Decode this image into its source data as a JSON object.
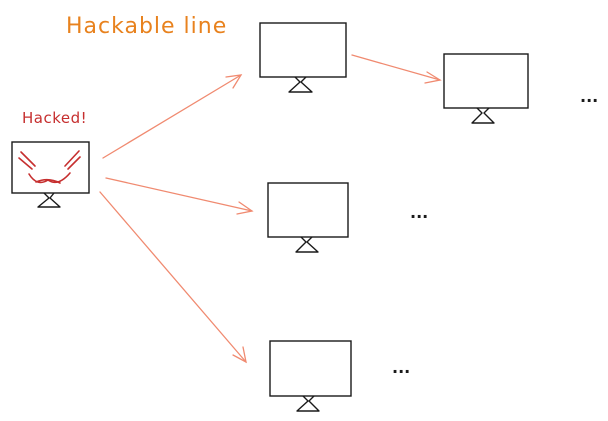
{
  "diagram": {
    "title": "Hackable line",
    "hacked_label": "Hacked!",
    "ellipses": [
      "...",
      "...",
      "..."
    ]
  },
  "colors": {
    "title": "#e8821e",
    "hacked": "#c62f2f",
    "arrow": "#f08a70",
    "outline": "#1a1a1a"
  },
  "nodes": [
    {
      "id": "hacked-computer",
      "state": "hacked"
    },
    {
      "id": "computer-top-mid",
      "state": "normal"
    },
    {
      "id": "computer-top-right",
      "state": "normal"
    },
    {
      "id": "computer-middle",
      "state": "normal"
    },
    {
      "id": "computer-bottom",
      "state": "normal"
    }
  ],
  "edges": [
    {
      "from": "hacked-computer",
      "to": "computer-top-mid"
    },
    {
      "from": "hacked-computer",
      "to": "computer-middle"
    },
    {
      "from": "hacked-computer",
      "to": "computer-bottom"
    },
    {
      "from": "computer-top-mid",
      "to": "computer-top-right"
    }
  ]
}
